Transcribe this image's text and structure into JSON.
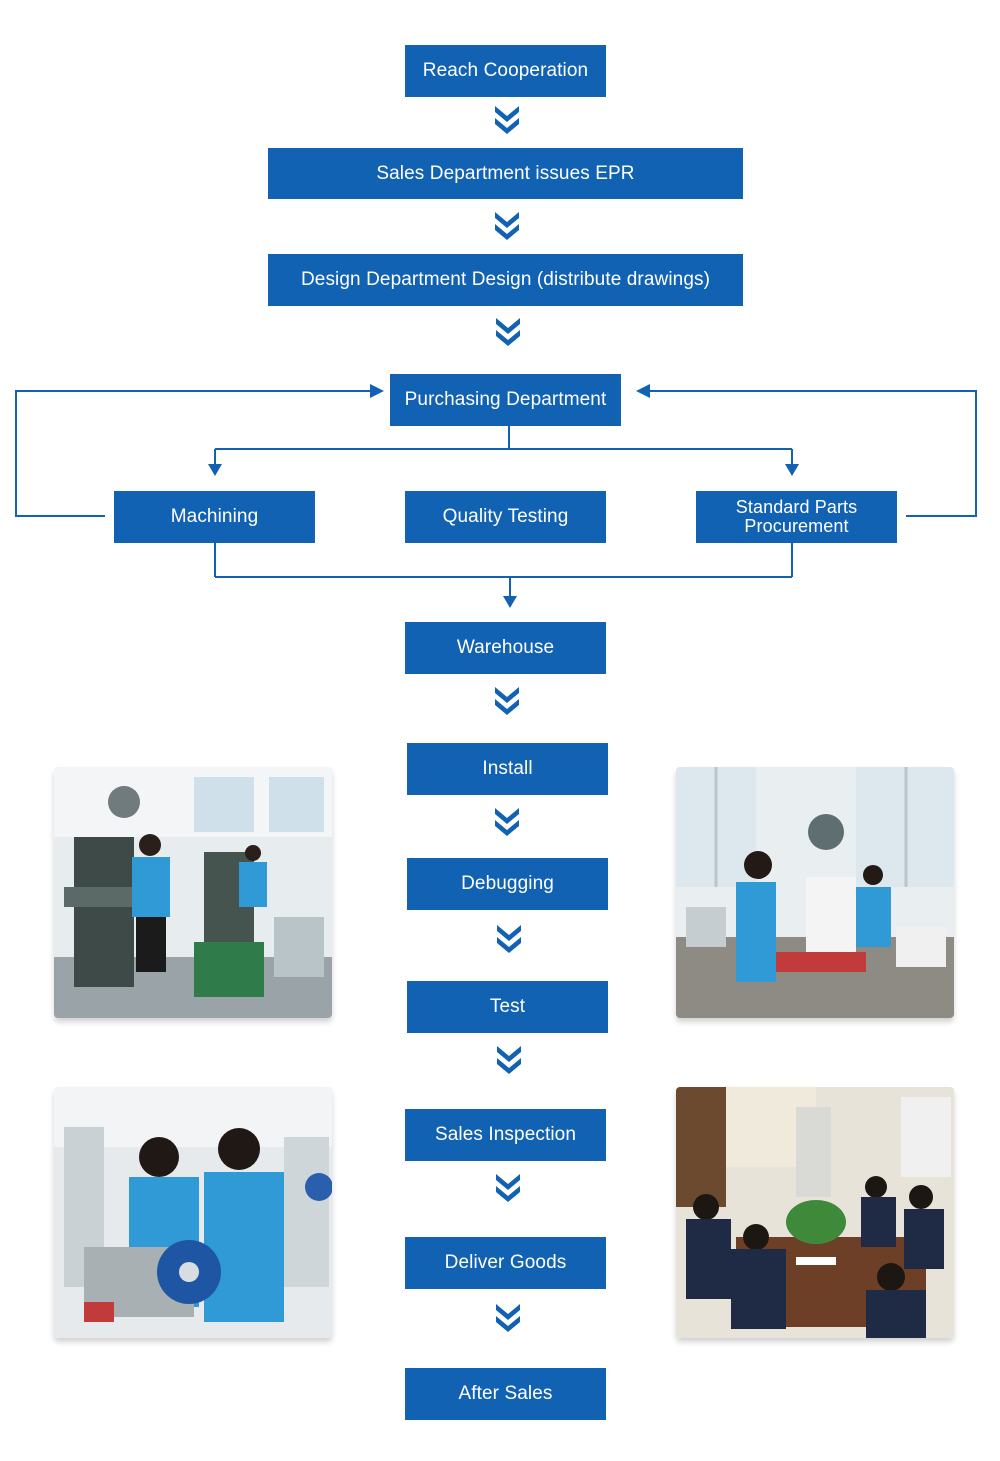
{
  "flow": {
    "reach_cooperation": "Reach Cooperation",
    "sales_epr": "Sales Department issues EPR",
    "design": "Design Department Design (distribute drawings)",
    "purchasing": "Purchasing Department",
    "machining": "Machining",
    "quality_testing": "Quality Testing",
    "standard_parts_line1": "Standard Parts",
    "standard_parts_line2": "Procurement",
    "warehouse": "Warehouse",
    "install": "Install",
    "debugging": "Debugging",
    "test": "Test",
    "sales_inspection": "Sales Inspection",
    "deliver_goods": "Deliver Goods",
    "after_sales": "After Sales"
  },
  "colors": {
    "box_fill": "#1262b3",
    "box_text": "#ffffff",
    "connector": "#1262b3"
  },
  "icons": {
    "flow_arrow": "double-chevron-down-icon",
    "line_arrow": "triangle-arrowhead-icon"
  },
  "photos": [
    "workshop-milling-machines-photo",
    "assembly-workbench-photo",
    "machine-assembly-workers-photo",
    "team-meeting-photo"
  ]
}
